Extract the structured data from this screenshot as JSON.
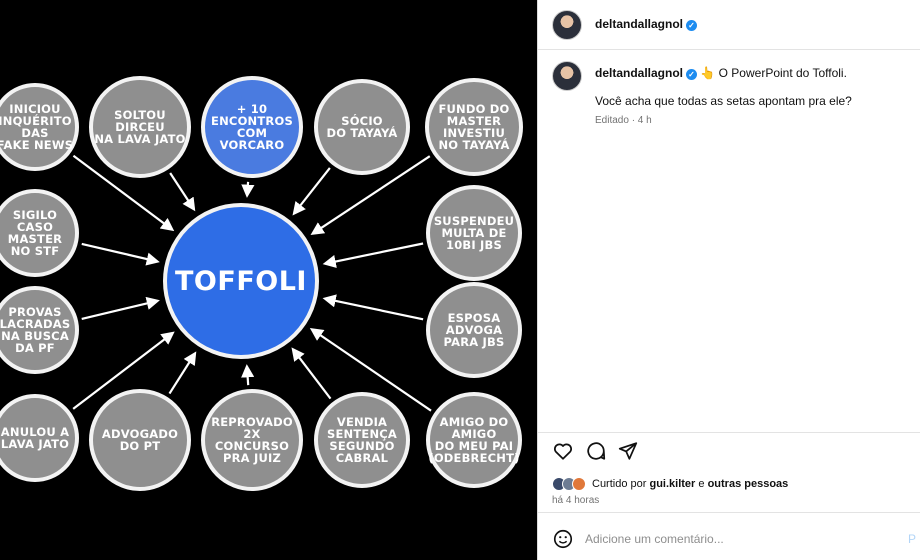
{
  "infographic": {
    "center": "TOFFOLI",
    "bubbles": [
      {
        "id": "fake-news",
        "text": "INICIOU\nINQUÉRITO\nDAS\nFAKE NEWS",
        "color": "gray"
      },
      {
        "id": "dirceu",
        "text": "SOLTOU DIRCEU\nNA LAVA JATO",
        "color": "gray"
      },
      {
        "id": "vorcaro",
        "text": "+ 10\nENCONTROS\nCOM\nVORCARO",
        "color": "blue"
      },
      {
        "id": "socio",
        "text": "SÓCIO\nDO TAYAYÁ",
        "color": "gray"
      },
      {
        "id": "fundo",
        "text": "FUNDO DO\nMASTER\nINVESTIU\nNO TAYAYÁ",
        "color": "gray"
      },
      {
        "id": "sigilo",
        "text": "SIGILO\nCASO\nMASTER\nNO STF",
        "color": "gray"
      },
      {
        "id": "multa",
        "text": "SUSPENDEU\nMULTA DE\n10BI JBS",
        "color": "gray"
      },
      {
        "id": "provas",
        "text": "PROVAS\nLACRADAS\nNA BUSCA\nDA PF",
        "color": "gray"
      },
      {
        "id": "esposa",
        "text": "ESPOSA\nADVOGA\nPARA JBS",
        "color": "gray"
      },
      {
        "id": "anulou",
        "text": "ANULOU A\nLAVA JATO",
        "color": "gray"
      },
      {
        "id": "advogado",
        "text": "ADVOGADO\nDO PT",
        "color": "gray"
      },
      {
        "id": "reprovado",
        "text": "REPROVADO\n2X CONCURSO\nPRA JUIZ",
        "color": "gray"
      },
      {
        "id": "vendia",
        "text": "VENDIA\nSENTENÇA\nSEGUNDO\nCABRAL",
        "color": "gray"
      },
      {
        "id": "amigo",
        "text": "AMIGO DO\nAMIGO\nDO MEU PAI\n(ODEBRECHT)",
        "color": "gray"
      }
    ]
  },
  "post": {
    "username": "deltandallagnol",
    "caption": "👆 O PowerPoint do Toffoli.",
    "question": "Você acha que todas as setas apontam pra ele?",
    "edited": "Editado · 4 h",
    "likes_prefix": "Curtido por",
    "likes_user": "gui.kilter",
    "likes_and": "e",
    "likes_others": "outras pessoas",
    "time": "há 4 horas",
    "comment_placeholder": "Adicione um comentário...",
    "post_label": "P"
  },
  "colors": {
    "accent": "#2e6de6",
    "bubble": "#8f8f8f",
    "verified": "#1d8cf0"
  }
}
